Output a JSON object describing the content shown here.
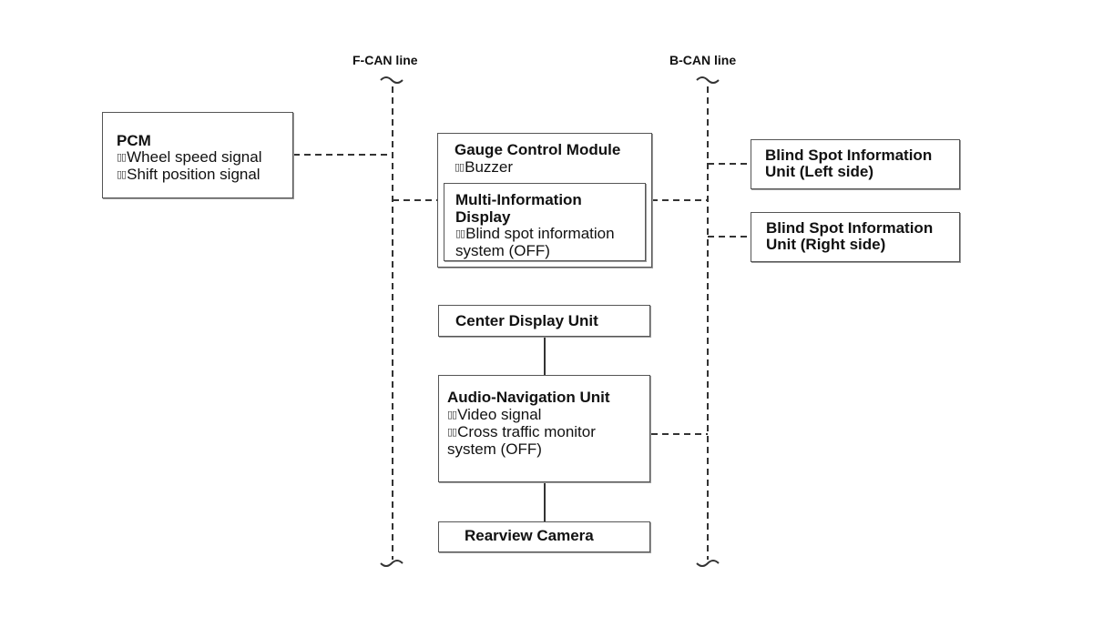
{
  "buses": {
    "fcan": {
      "label": "F-CAN line"
    },
    "bcan": {
      "label": "B-CAN line"
    }
  },
  "bullet": "▯▯",
  "modules": {
    "pcm": {
      "title": "PCM",
      "items": [
        "Wheel speed signal",
        "Shift position signal"
      ]
    },
    "gauge": {
      "title": "Gauge Control Module",
      "items": [
        "Buzzer"
      ]
    },
    "mid": {
      "title_lines": [
        "Multi-Information",
        "Display"
      ],
      "item_lines": [
        "Blind spot information",
        "system (OFF)"
      ]
    },
    "bsi_left": {
      "title_lines": [
        "Blind Spot Information",
        "Unit (Left side)"
      ]
    },
    "bsi_right": {
      "title_lines": [
        "Blind Spot Information",
        "Unit (Right side)"
      ]
    },
    "center_display": {
      "title": "Center Display Unit"
    },
    "audio_nav": {
      "title": "Audio-Navigation Unit",
      "items": [
        "Video signal"
      ],
      "item2_lines": [
        "Cross traffic monitor",
        "system (OFF)"
      ]
    },
    "rear_camera": {
      "title": "Rearview Camera"
    }
  }
}
